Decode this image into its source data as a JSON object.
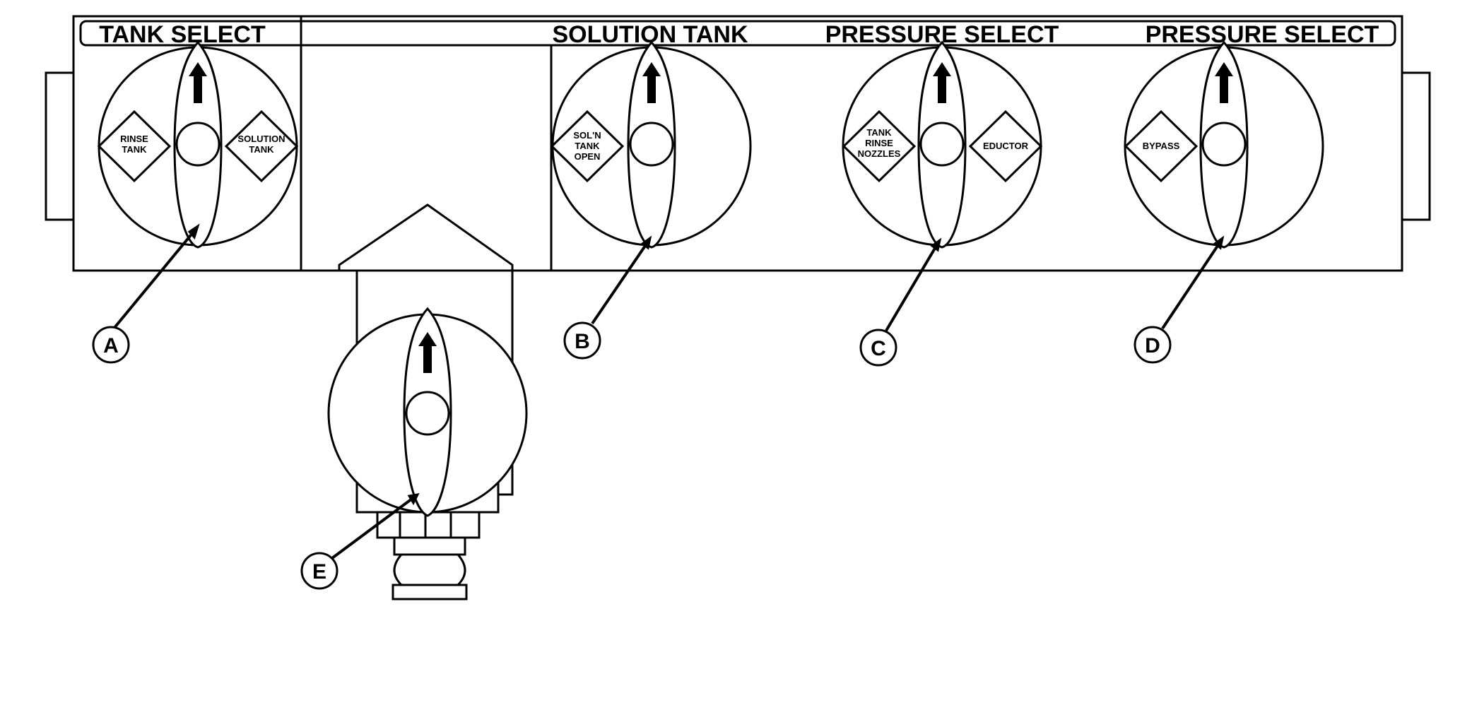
{
  "headers": {
    "tank_select": "TANK SELECT",
    "solution_tank": "SOLUTION TANK",
    "pressure_select_1": "PRESSURE SELECT",
    "pressure_select_2": "PRESSURE SELECT"
  },
  "valve_a": {
    "left_label": [
      "RINSE",
      "TANK"
    ],
    "right_label": [
      "SOLUTION",
      "TANK"
    ],
    "callout": "A"
  },
  "valve_b": {
    "left_label": [
      "SOL'N",
      "TANK",
      "OPEN"
    ],
    "callout": "B"
  },
  "valve_c": {
    "left_label": [
      "TANK",
      "RINSE",
      "NOZZLES"
    ],
    "right_label": [
      "EDUCTOR"
    ],
    "callout": "C"
  },
  "valve_d": {
    "left_label": [
      "BYPASS"
    ],
    "callout": "D"
  },
  "valve_e": {
    "callout": "E"
  },
  "colors": {
    "stroke": "#000000",
    "fill": "#ffffff"
  }
}
